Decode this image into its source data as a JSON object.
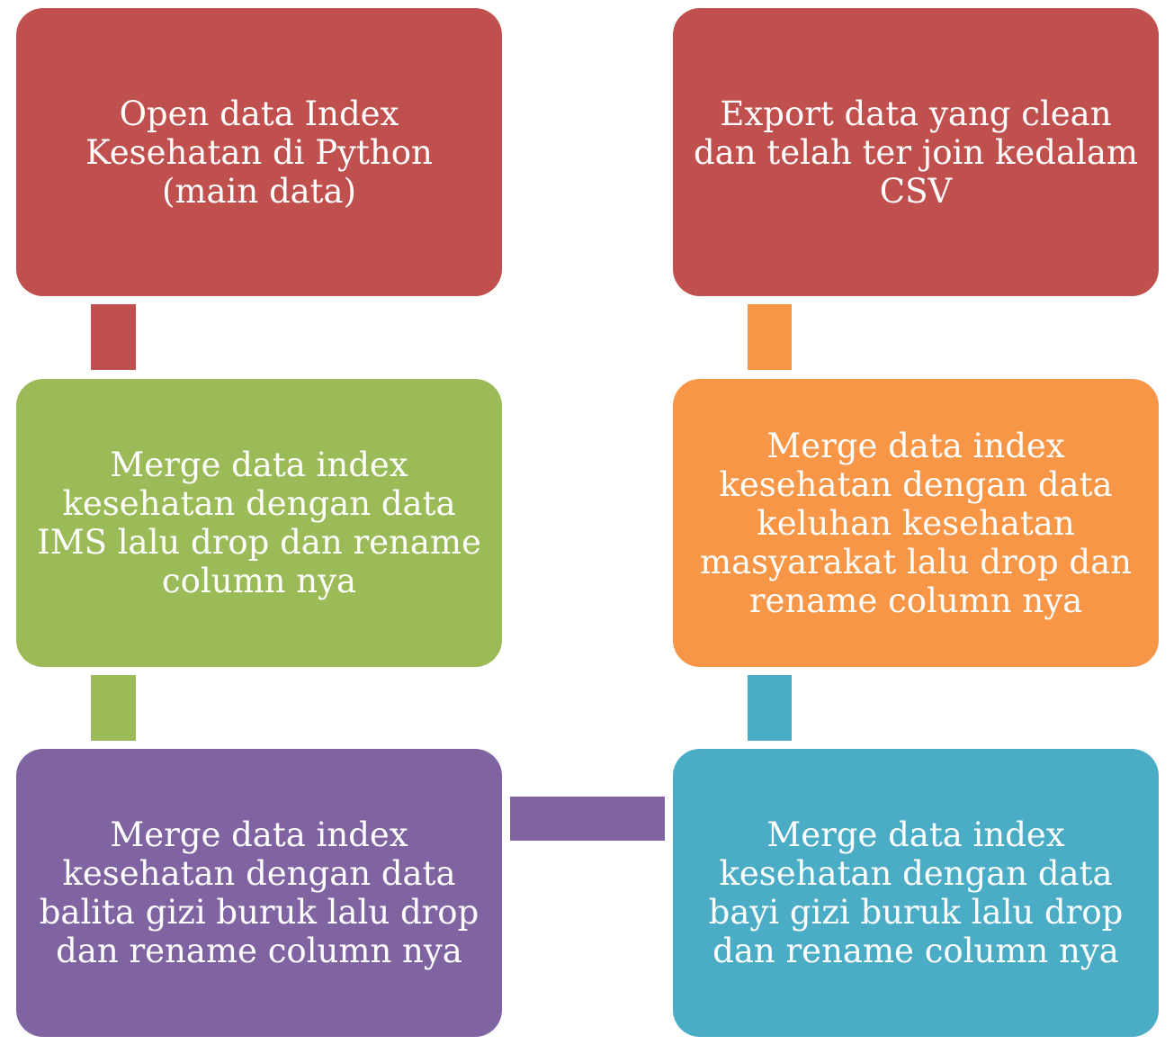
{
  "colors": {
    "red": "#c0504d",
    "green": "#9bbb59",
    "purple": "#8064a2",
    "teal": "#4bacc6",
    "orange": "#f79646"
  },
  "steps": [
    {
      "text": "Open data Index Kesehatan di Python (main data)",
      "color": "#c0504d"
    },
    {
      "text": "Merge data index kesehatan dengan data IMS lalu drop dan rename column nya",
      "color": "#9bbb59"
    },
    {
      "text": "Merge data index kesehatan dengan data balita gizi buruk lalu drop dan rename column nya",
      "color": "#8064a2"
    },
    {
      "text": "Merge data index kesehatan dengan data bayi gizi buruk lalu drop dan rename column nya",
      "color": "#4bacc6"
    },
    {
      "text": "Merge data index kesehatan dengan data keluhan kesehatan masyarakat lalu drop dan rename column nya",
      "color": "#f79646"
    },
    {
      "text": "Export data yang clean dan telah ter join kedalam CSV",
      "color": "#c0504d"
    }
  ],
  "connectors": [
    {
      "from": 1,
      "to": 2,
      "color": "#c0504d"
    },
    {
      "from": 2,
      "to": 3,
      "color": "#9bbb59"
    },
    {
      "from": 3,
      "to": 4,
      "color": "#8064a2"
    },
    {
      "from": 4,
      "to": 5,
      "color": "#4bacc6"
    },
    {
      "from": 5,
      "to": 6,
      "color": "#f79646"
    }
  ]
}
